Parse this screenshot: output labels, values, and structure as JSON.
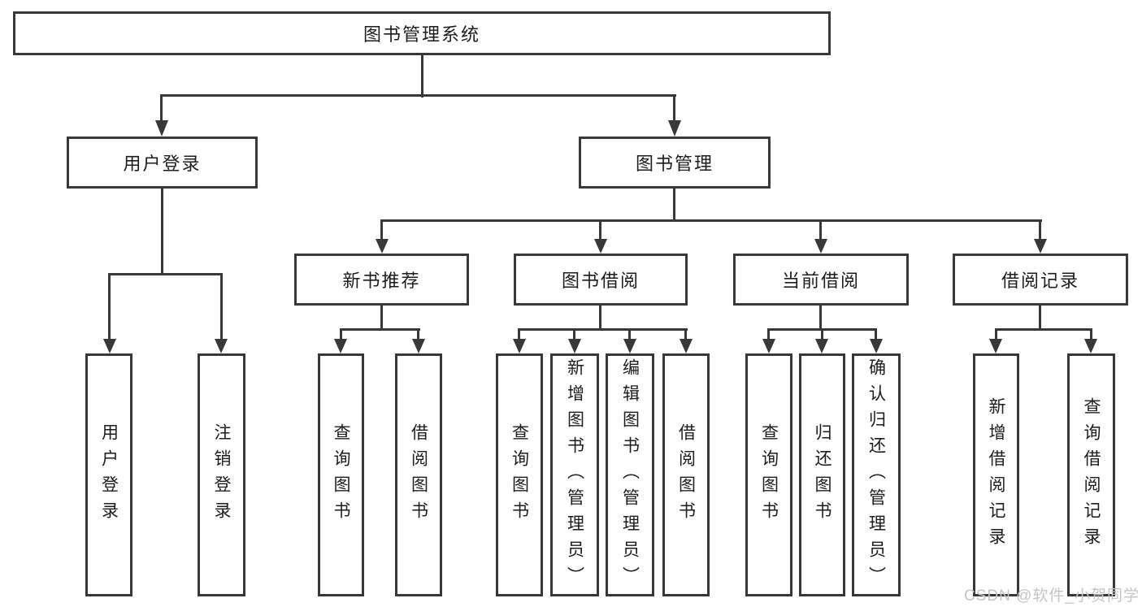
{
  "diagram": {
    "root": {
      "label": "图书管理系统"
    },
    "branches": {
      "user_login": {
        "label": "用户登录",
        "children": [
          "用户登录",
          "注销登录"
        ]
      },
      "book_management": {
        "label": "图书管理"
      }
    },
    "modules": [
      {
        "label": "新书推荐",
        "children": [
          "查询图书",
          "借阅图书"
        ]
      },
      {
        "label": "图书借阅",
        "children": [
          "查询图书",
          "新增图书（管理员）",
          "编辑图书（管理员）",
          "借阅图书"
        ]
      },
      {
        "label": "当前借阅",
        "children": [
          "查询图书",
          "归还图书",
          "确认归还（管理员）"
        ]
      },
      {
        "label": "借阅记录",
        "children": [
          "新增借阅记录",
          "查询借阅记录"
        ]
      }
    ],
    "watermark": "CSDN @软件_小贺同学"
  },
  "colors": {
    "line": "#383838",
    "text": "#1c1c1c",
    "watermark": "#c5c5c5",
    "background": "#ffffff"
  }
}
